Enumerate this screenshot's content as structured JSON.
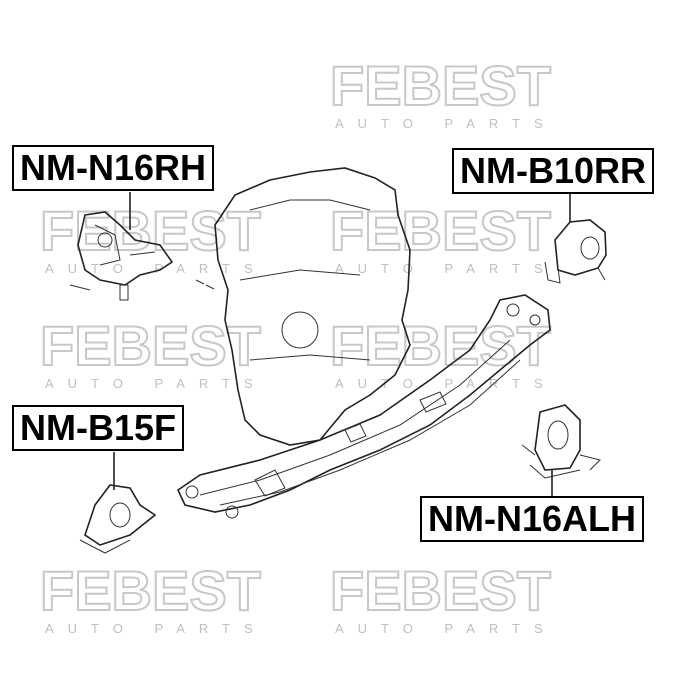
{
  "watermark": {
    "brand": "FEBEST",
    "sub": "AUTO PARTS"
  },
  "labels": {
    "top_left": "NM-N16RH",
    "top_right": "NM-B10RR",
    "mid_left": "NM-B15F",
    "bottom_right": "NM-N16ALH"
  }
}
